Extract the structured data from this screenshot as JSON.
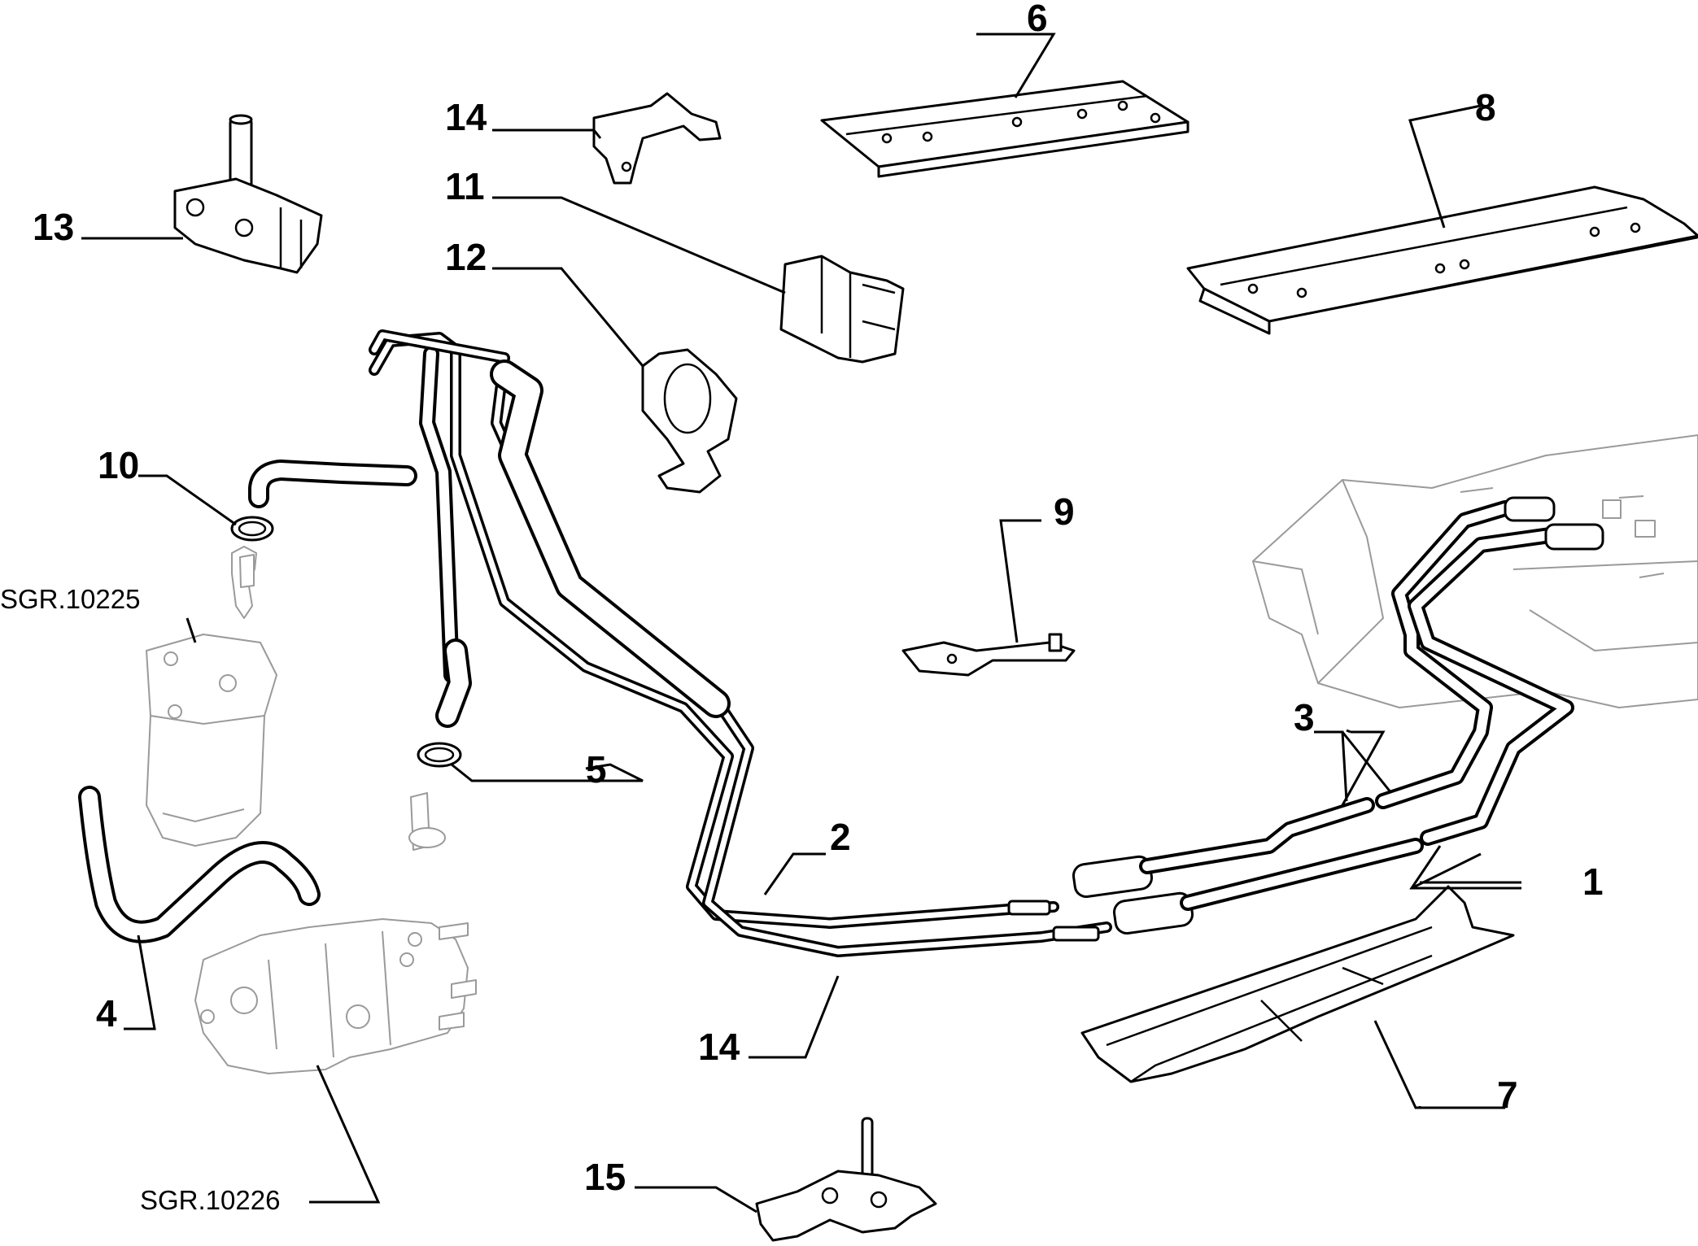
{
  "callouts": {
    "c1": "1",
    "c2": "2",
    "c3": "3",
    "c4": "4",
    "c5": "5",
    "c6": "6",
    "c7": "7",
    "c8": "8",
    "c9": "9",
    "c10": "10",
    "c11": "11",
    "c12": "12",
    "c13": "13",
    "c14a": "14",
    "c14b": "14",
    "c15": "15"
  },
  "references": {
    "filter": "SGR.10225",
    "pump": "SGR.10226"
  }
}
